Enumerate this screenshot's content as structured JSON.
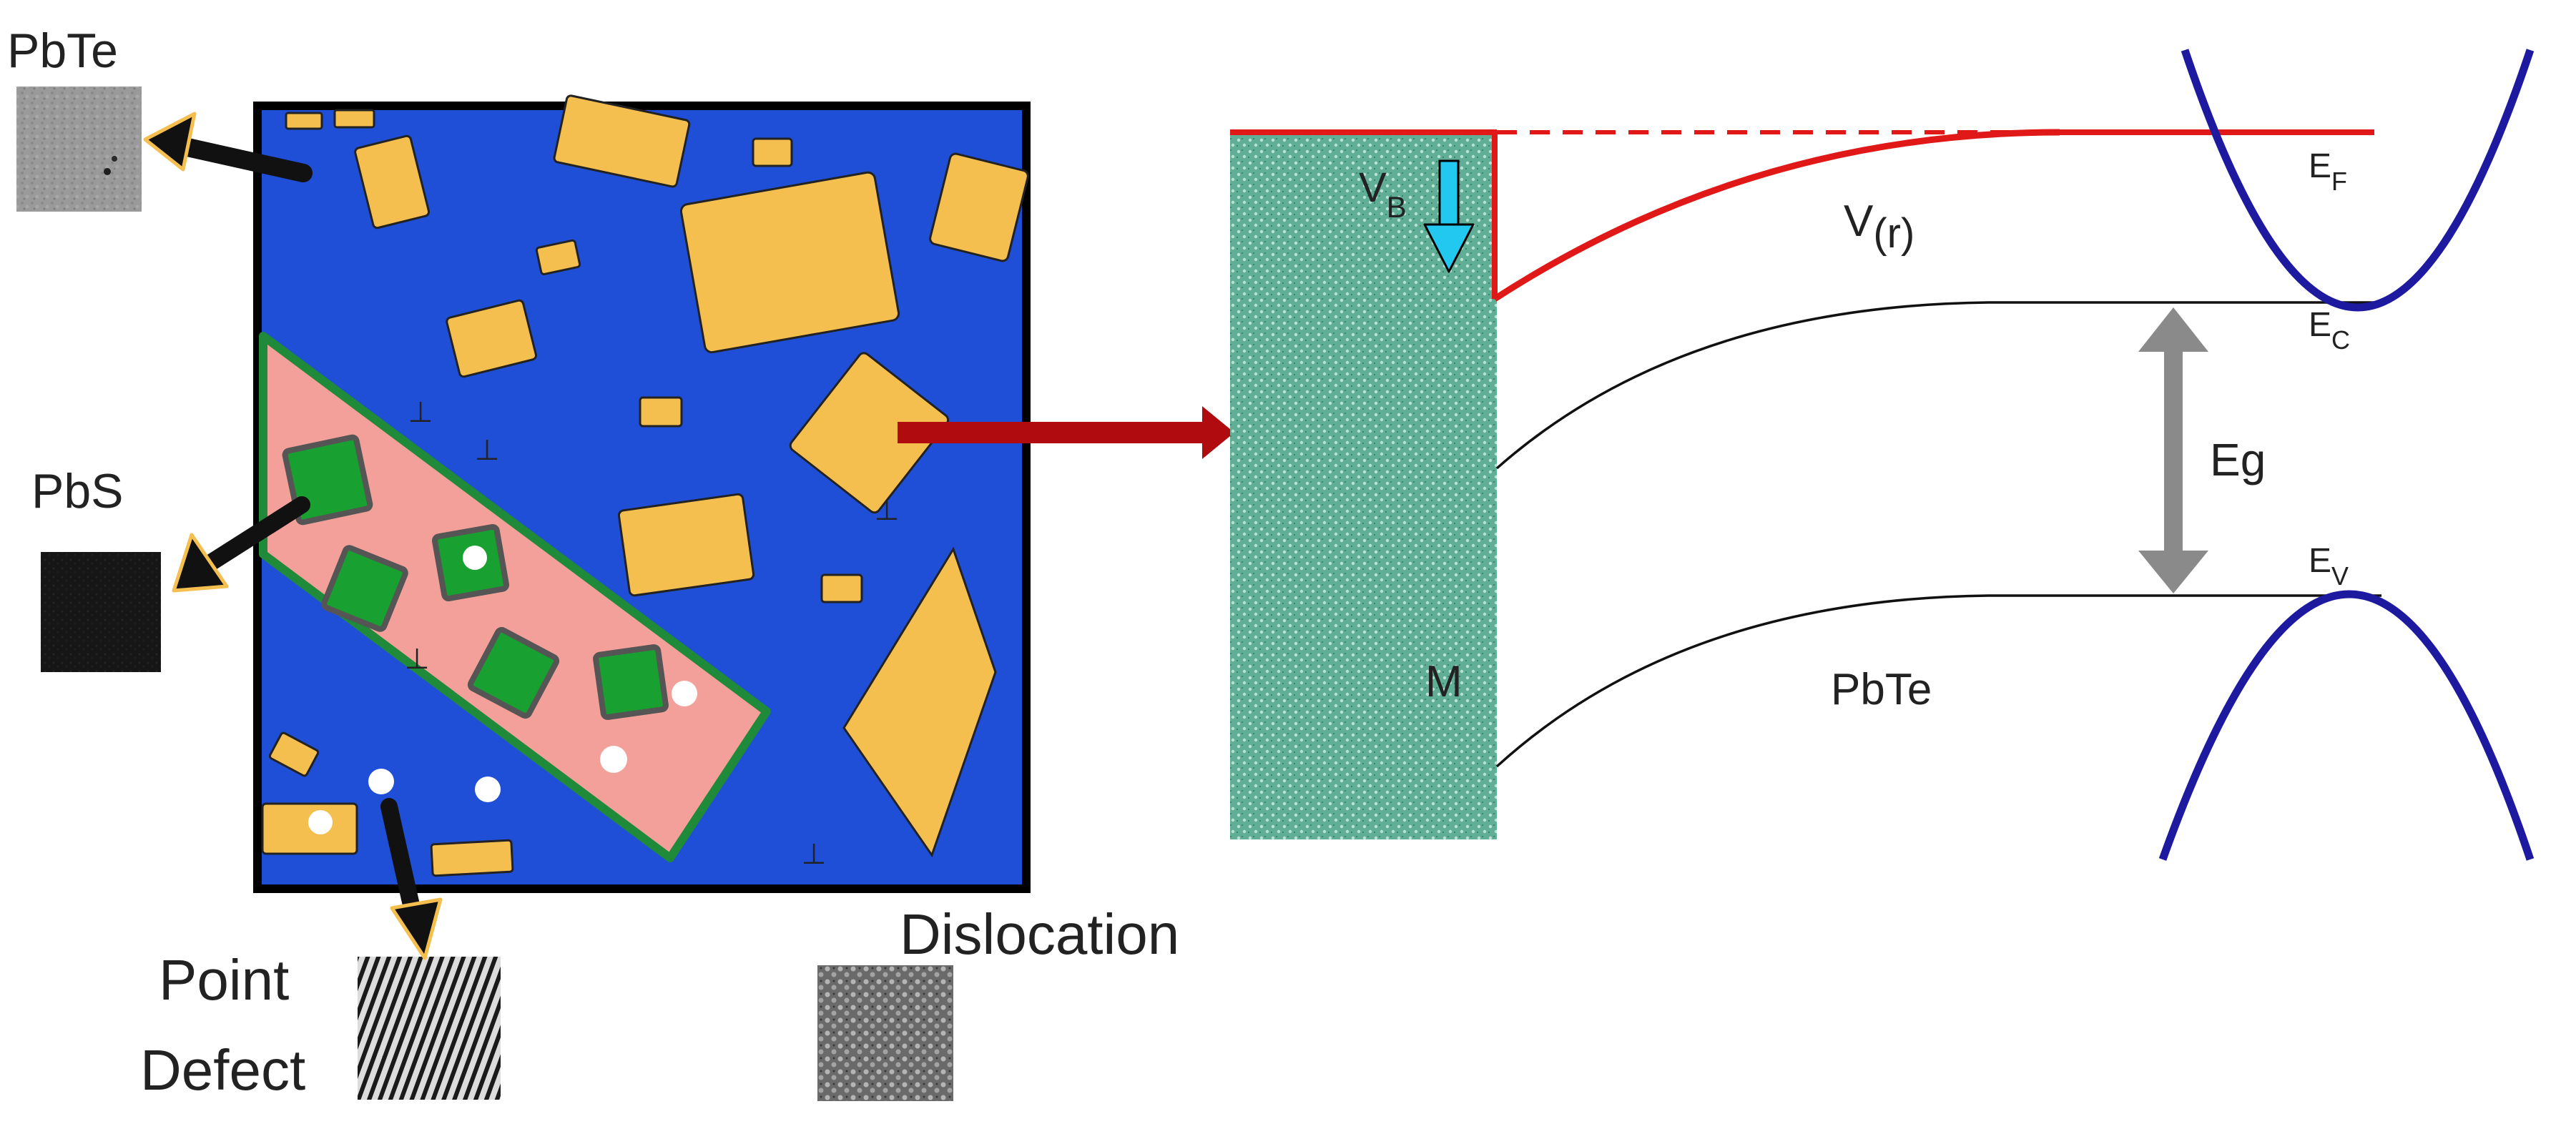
{
  "labels": {
    "pbte_top": "PbTe",
    "pbs": "PbS",
    "point_defect_line1": "Point",
    "point_defect_line2": "Defect",
    "dislocation": "Dislocation",
    "barrier_main": "V",
    "barrier_sub": "B",
    "potential_main": "V",
    "potential_sub": "(r)",
    "metal": "M",
    "semiconductor": "PbTe",
    "fermi_main": "E",
    "fermi_sub": "F",
    "conduction_main": "E",
    "conduction_sub": "C",
    "valence_main": "E",
    "valence_sub": "V",
    "gap": "Eg",
    "dislocation_symbol": "⊥"
  },
  "colors": {
    "matrix_blue": "#1f4fd6",
    "precipitate_orange": "#f5bf50",
    "grain_pink": "#f4a09a",
    "grain_border_green": "#1f8a3a",
    "pbs_green": "#18a030",
    "metal_teal": "#5fae95",
    "red_line": "#e01818",
    "dark_red_arrow": "#b00c10",
    "band_navy": "#1e1aa0",
    "cyan_arrow": "#22c8f0",
    "gray_arrow": "#8a8a8a"
  },
  "icons": {
    "pbte_thumbnail": "pbte-micrograph-icon",
    "pbs_thumbnail": "pbs-micrograph-icon",
    "point_defect_thumbnail": "point-defect-micrograph-icon",
    "dislocation_thumbnail": "dislocation-micrograph-icon"
  }
}
